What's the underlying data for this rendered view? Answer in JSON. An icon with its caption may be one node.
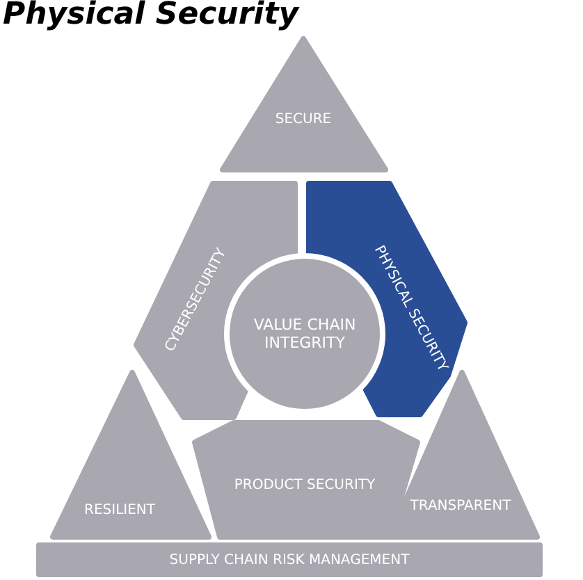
{
  "diagram": {
    "title": "Physical Security",
    "nodes": [
      {
        "text": [
          "SECURE"
        ]
      },
      {
        "text": [
          "CYBERSECURITY"
        ]
      },
      {
        "text": [
          "PHYSICAL SECURITY"
        ]
      },
      {
        "text": [
          "VALUE CHAIN INTEGRITY"
        ]
      },
      {
        "text": [
          "RESILIENT"
        ]
      },
      {
        "text": [
          "PRODUCT SECURITY"
        ]
      },
      {
        "text": [
          "TRANSPARENT"
        ]
      },
      {
        "text": [
          "SUPPLY CHAIN RISK MANAGEMENT"
        ]
      }
    ]
  }
}
